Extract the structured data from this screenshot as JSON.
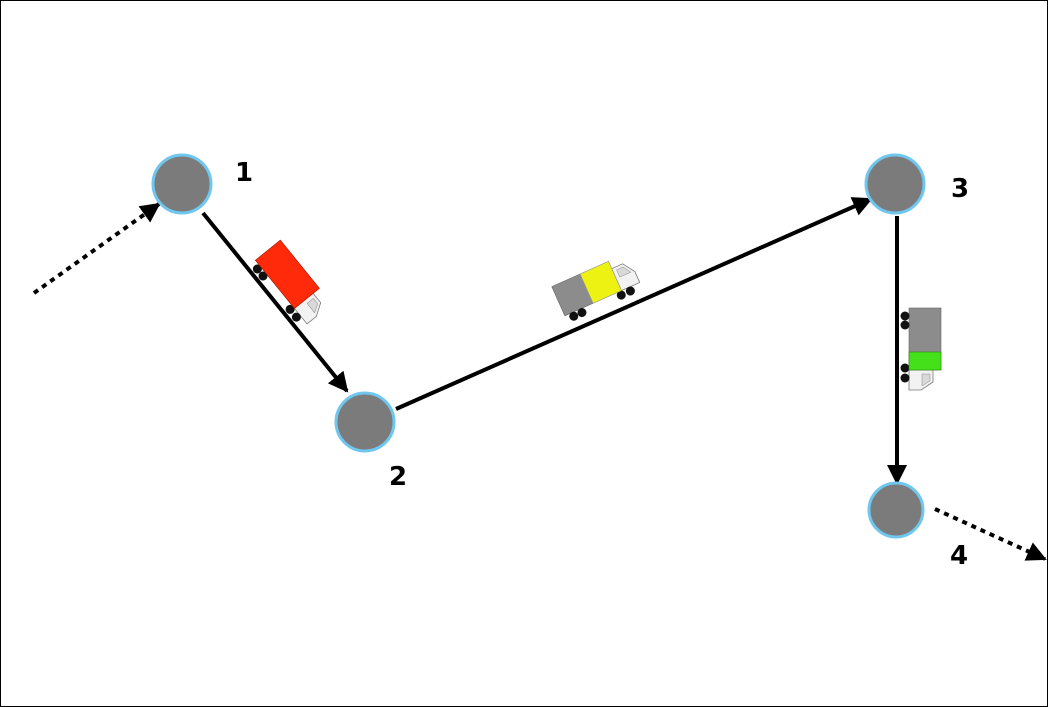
{
  "nodes": [
    {
      "id": "1",
      "label": "1"
    },
    {
      "id": "2",
      "label": "2"
    },
    {
      "id": "3",
      "label": "3"
    },
    {
      "id": "4",
      "label": "4"
    }
  ],
  "edges": [
    {
      "from": "incoming",
      "to": "1",
      "style": "dotted"
    },
    {
      "from": "1",
      "to": "2",
      "style": "solid"
    },
    {
      "from": "2",
      "to": "3",
      "style": "solid"
    },
    {
      "from": "3",
      "to": "4",
      "style": "solid"
    },
    {
      "from": "4",
      "to": "outgoing",
      "style": "dotted"
    }
  ],
  "trucks": [
    {
      "edge": "1-2",
      "cargo_color": "#ff2a0a",
      "cargo_fill": 1.0
    },
    {
      "edge": "2-3",
      "cargo_color": "#eef213",
      "cargo_fill": 0.5
    },
    {
      "edge": "3-4",
      "cargo_color": "#44e11a",
      "cargo_fill": 0.3
    }
  ],
  "colors": {
    "node_fill": "#7b7b7b",
    "node_stroke": "#6fc7ef",
    "arrow": "#000000",
    "truck_body": "#8c8c8c",
    "cab": "#f2f2f2"
  }
}
